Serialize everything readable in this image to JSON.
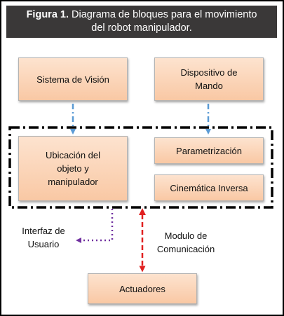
{
  "caption": {
    "label": "Figura 1.",
    "line1_rest": "Diagrama de bloques para el movimiento",
    "line2": "del robot manipulador."
  },
  "blocks": {
    "vision": {
      "label": "Sistema de Visión"
    },
    "mando": {
      "line1": "Dispositivo de",
      "line2": "Mando"
    },
    "ubicacion": {
      "line1": "Ubicación del",
      "line2": "objeto y",
      "line3": "manipulador"
    },
    "parametrizacion": {
      "label": "Parametrización"
    },
    "cinematica": {
      "label": "Cinemática Inversa"
    },
    "actuadores": {
      "label": "Actuadores"
    }
  },
  "labels": {
    "interfaz": {
      "line1": "Interfaz de",
      "line2": "Usuario"
    },
    "modulo": {
      "line1": "Modulo de",
      "line2": "Comunicación"
    }
  },
  "colors": {
    "block_fill_top": "#fde3cf",
    "block_fill_bottom": "#f9c8a4",
    "caption_bg": "#3a3838",
    "arrow_blue": "#5b9bd5",
    "arrow_purple": "#7030a0",
    "arrow_red": "#e02020",
    "dash_border": "#000000"
  }
}
